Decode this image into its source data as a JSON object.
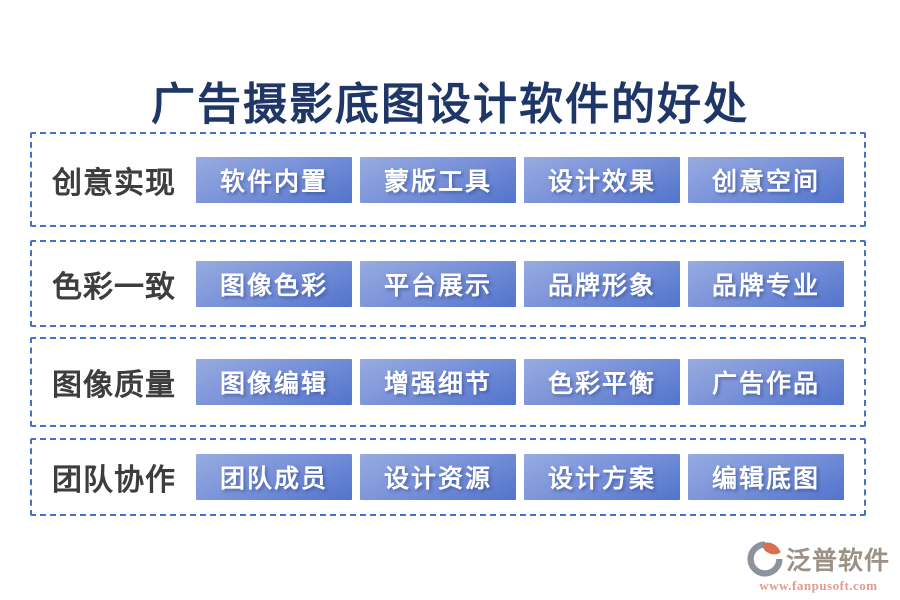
{
  "page": {
    "title": "广告摄影底图设计软件的好处"
  },
  "rows": [
    {
      "label": "创意实现",
      "buttons": [
        "软件内置",
        "蒙版工具",
        "设计效果",
        "创意空间"
      ]
    },
    {
      "label": "色彩一致",
      "buttons": [
        "图像色彩",
        "平台展示",
        "品牌形象",
        "品牌专业"
      ]
    },
    {
      "label": "图像质量",
      "buttons": [
        "图像编辑",
        "增强细节",
        "色彩平衡",
        "广告作品"
      ]
    },
    {
      "label": "团队协作",
      "buttons": [
        "团队成员",
        "设计资源",
        "设计方案",
        "编辑底图"
      ]
    }
  ],
  "footer": {
    "brand": "泛普软件",
    "url": "www.fanpusoft.com",
    "logo_icon": "fanpu-logo-icon"
  },
  "colors": {
    "title_text": "#1e3767",
    "dashed_border": "#4472c4",
    "button_gradient_start": "#98abe0",
    "button_gradient_end": "#5274cd",
    "button_text": "#ffffff",
    "row_label_text": "#3d3d3d",
    "brand_text": "#9c9186",
    "url_text": "#e29a8d",
    "logo_gray": "#8d939e",
    "logo_orange": "#d96f4e"
  }
}
